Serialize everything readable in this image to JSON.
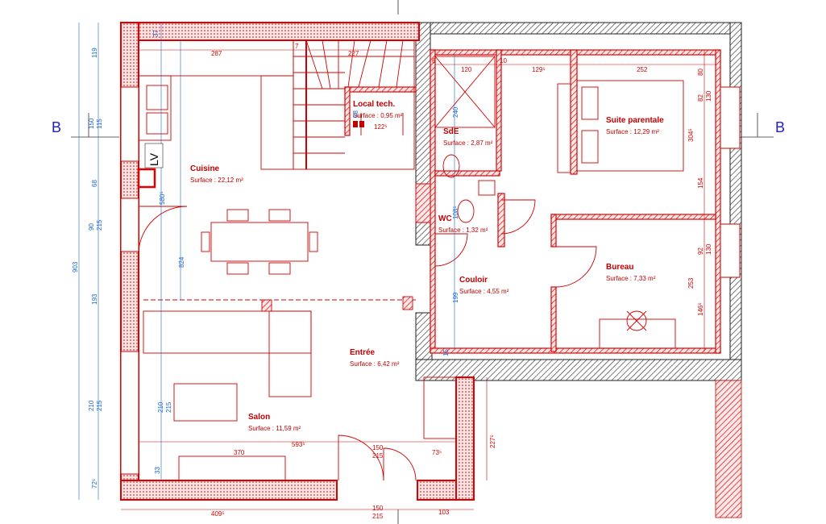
{
  "section_marker": "B",
  "rooms": {
    "cuisine": {
      "name": "Cuisine",
      "surface": "Surface : 22,12 m²"
    },
    "local": {
      "name": "Local tech.",
      "surface": "Surface : 0,95 m²"
    },
    "sde": {
      "name": "SdE",
      "surface": "Surface : 2,87 m²"
    },
    "suite": {
      "name": "Suite parentale",
      "surface": "Surface :   12,29 m²"
    },
    "wc": {
      "name": "WC",
      "surface": "Surface : 1,32 m²"
    },
    "couloir": {
      "name": "Couloir",
      "surface": "Surface : 4,55 m²"
    },
    "bureau": {
      "name": "Bureau",
      "surface": "Surface : 7,33 m²"
    },
    "entree": {
      "name": "Entrée",
      "surface": "Surface : 6,42 m²"
    },
    "salon": {
      "name": "Salon",
      "surface": "Surface : 11,59 m²"
    }
  },
  "lv_label": "LV",
  "dims": {
    "top_287": "287",
    "top_227": "227",
    "top_7": "7",
    "top_120": "120",
    "top_10": "10",
    "top_129": "129⁵",
    "top_252": "252",
    "top_6": "6",
    "bot_370": "370",
    "bot_593": "593⁵",
    "bot_150": "150",
    "bot_215": "215",
    "bot_73": "73⁵",
    "foot_409": "409⁵",
    "foot_150": "150",
    "foot_215": "215",
    "foot_103": "103",
    "side_227": "227⁵",
    "left_903": "903",
    "left_119": "119",
    "left_150": "150",
    "left_115": "115",
    "left_68": "68",
    "left_90": "90",
    "left_215a": "215",
    "left_193": "193",
    "left_210": "210",
    "left_215b": "215",
    "left_72": "72⁵",
    "in_580": "580⁵",
    "in_824": "824",
    "in_210": "210",
    "in_215": "215",
    "in_33": "33",
    "in_37": "37",
    "sde_240": "240",
    "wc_108": "108⁵",
    "cor_199": "199",
    "cor_15": "15",
    "loc_122": "122⁵",
    "loc_58": "58",
    "r_80": "80",
    "r_304": "304⁵",
    "r_154": "154",
    "r_253": "253",
    "r_146": "146⁵",
    "r_82a": "82",
    "r_130a": "130",
    "r_92": "92",
    "r_130b": "130"
  }
}
